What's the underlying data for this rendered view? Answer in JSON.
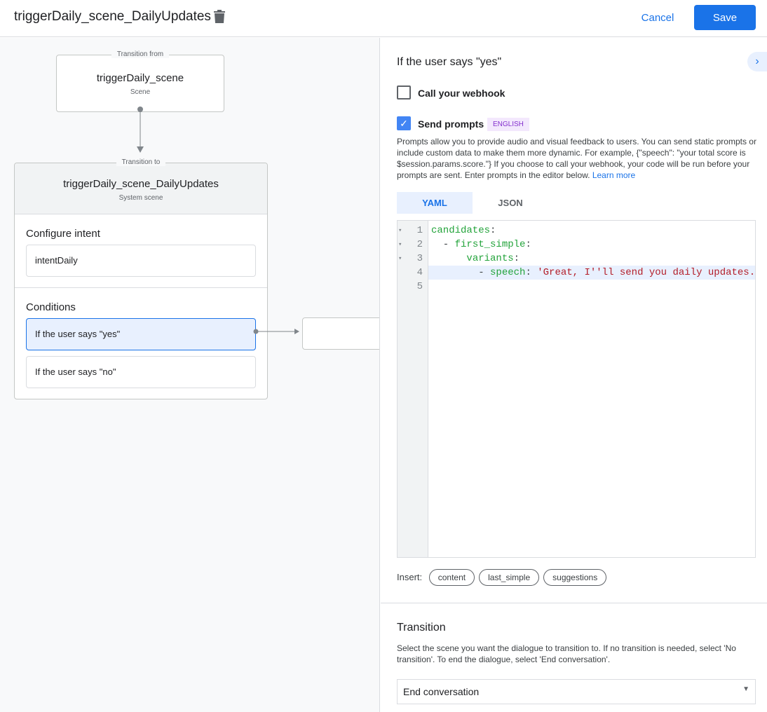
{
  "header": {
    "title": "triggerDaily_scene_DailyUpdates",
    "cancel": "Cancel",
    "save": "Save"
  },
  "canvas": {
    "from": {
      "legend": "Transition from",
      "name": "triggerDaily_scene",
      "type": "Scene"
    },
    "to": {
      "legend": "Transition to",
      "name": "triggerDaily_scene_DailyUpdates",
      "type": "System scene"
    },
    "intent_heading": "Configure intent",
    "intent": "intentDaily",
    "conditions_heading": "Conditions",
    "conditions": [
      "If the user says \"yes\"",
      "If the user says \"no\""
    ]
  },
  "panel": {
    "heading": "If the user says \"yes\"",
    "webhook_label": "Call your webhook",
    "webhook_checked": false,
    "prompts_label": "Send prompts",
    "prompts_checked": true,
    "language_badge": "ENGLISH",
    "description": "Prompts allow you to provide audio and visual feedback to users. You can send static prompts or include custom data to make them more dynamic. For example, {\"speech\": \"your total score is $session.params.score.\"} If you choose to call your webhook, your code will be run before your prompts are sent. Enter prompts in the editor below.",
    "learn_more": "Learn more",
    "tabs": [
      "YAML",
      "JSON"
    ],
    "active_tab": "YAML",
    "code": [
      {
        "n": "1",
        "pre": "",
        "key": "candidates",
        "colon": ":",
        "val": ""
      },
      {
        "n": "2",
        "pre": "  - ",
        "key": "first_simple",
        "colon": ":",
        "val": ""
      },
      {
        "n": "3",
        "pre": "      ",
        "key": "variants",
        "colon": ":",
        "val": ""
      },
      {
        "n": "4",
        "pre": "        - ",
        "key": "speech",
        "colon": ": ",
        "val": "'Great, I''ll send you daily updates."
      },
      {
        "n": "5",
        "pre": "",
        "key": "",
        "colon": "",
        "val": ""
      }
    ],
    "insert_label": "Insert:",
    "insert_chips": [
      "content",
      "last_simple",
      "suggestions"
    ],
    "transition_heading": "Transition",
    "transition_desc": "Select the scene you want the dialogue to transition to. If no transition is needed, select 'No transition'. To end the dialogue, select 'End conversation'.",
    "transition_value": "End conversation"
  },
  "colors": {
    "accent": "#1a73e8",
    "badge_bg": "#f3e8fd",
    "badge_text": "#8430ce",
    "yaml_key": "#22a33a",
    "yaml_string": "#b31d28"
  }
}
